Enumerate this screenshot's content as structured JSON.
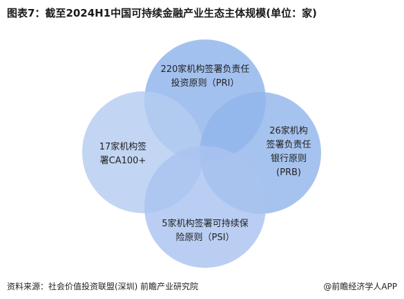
{
  "title": "图表7：截至2024H1中国可持续金融产业生态主体规模(单位：家)",
  "chart_data": {
    "type": "venn",
    "sets": [
      {
        "count": 220,
        "label_lines": [
          "220家机构签署负责任",
          "投资原则（PRI）"
        ]
      },
      {
        "count": 17,
        "label_lines": [
          "17家机构签",
          "署CA100+"
        ]
      },
      {
        "count": 26,
        "label_lines": [
          "26家机构",
          "签署负责任",
          "银行原则",
          "(PRB)"
        ]
      },
      {
        "count": 5,
        "label_lines": [
          "5家机构签署可持续保",
          "险原则（PSI）"
        ]
      }
    ]
  },
  "colors": {
    "top": "#8fb3eb",
    "left": "#b5ccf0",
    "right": "#93b6ec",
    "bottom": "#a9c3ef"
  },
  "source": "资料来源：社会价值投资联盟(深圳) 前瞻产业研究院",
  "brand": "@前瞻经济学人APP"
}
